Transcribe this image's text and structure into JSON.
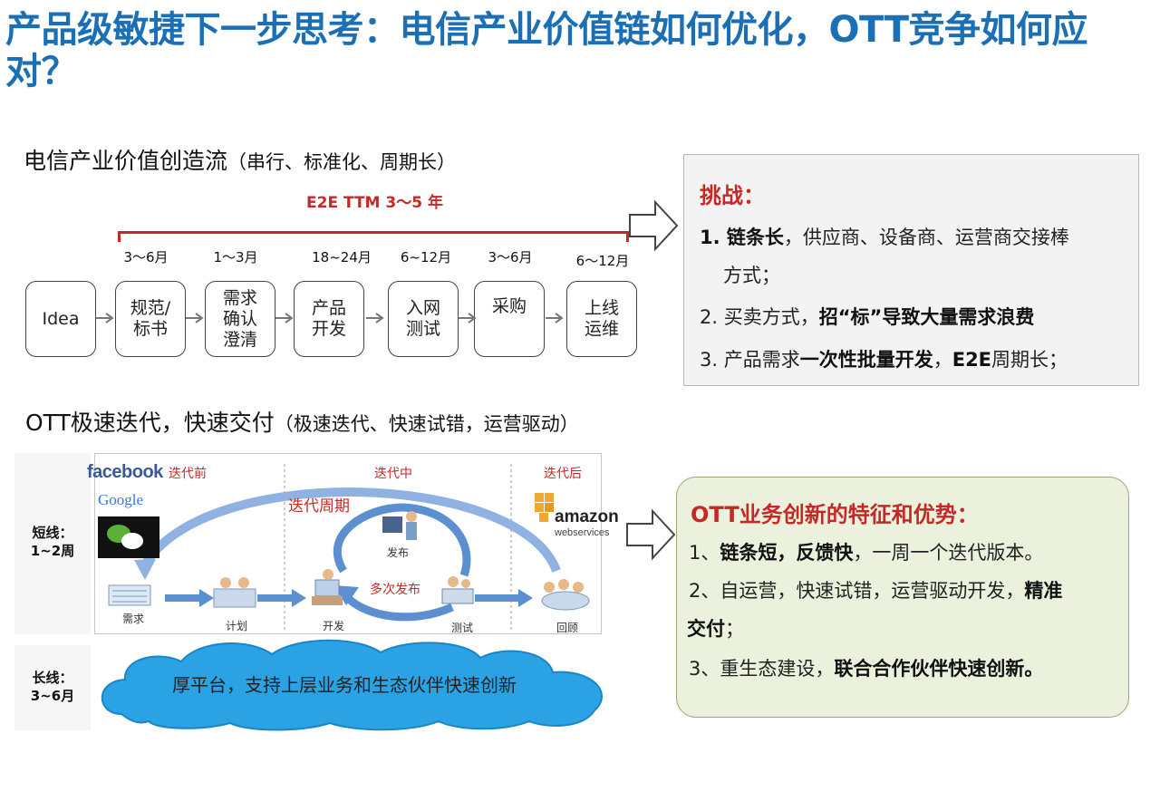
{
  "title": "产品级敏捷下一步思考：电信产业价值链如何优化，OTT竞争如何应对？",
  "telecom": {
    "heading_main": "电信产业价值创造流",
    "heading_paren": "（串行、标准化、周期长）",
    "ttm_label": "E2E TTM 3～5 年",
    "durations": [
      "3～6月",
      "1～3月",
      "18~24月",
      "6~12月",
      "3～6月",
      "6～12月"
    ],
    "steps": [
      {
        "line1": "Idea",
        "line2": "",
        "line3": ""
      },
      {
        "line1": "规范/",
        "line2": "标书",
        "line3": ""
      },
      {
        "line1": "需求",
        "line2": "确认",
        "line3": "澄清"
      },
      {
        "line1": "产品",
        "line2": "开发",
        "line3": ""
      },
      {
        "line1": "入网",
        "line2": "测试",
        "line3": ""
      },
      {
        "line1": "采购",
        "line2": "",
        "line3": ""
      },
      {
        "line1": "上线",
        "line2": "运维",
        "line3": ""
      }
    ]
  },
  "challenges": {
    "title": "挑战：",
    "item1_num": "1. ",
    "item1_bold": "链条长",
    "item1_rest": "，供应商、设备商、运营商交接棒",
    "item1_cont": "方式；",
    "item2_pre": "2. 买卖方式，",
    "item2_bold": "招“标”导致大量需求浪费",
    "item3_pre": "3. 产品需求",
    "item3_bold": "一次性批量开发",
    "item3_mid": "，",
    "item3_bold2": "E2E",
    "item3_post": "周期长；"
  },
  "ott": {
    "heading_main": "OTT极速迭代，快速交付",
    "heading_paren": "（极速迭代、快速试错，运营驱动）",
    "short_line": {
      "line1": "短线：",
      "line2": "1~2周"
    },
    "long_line": {
      "line1": "长线：",
      "line2": "3~6月"
    },
    "logos": {
      "facebook": "facebook",
      "google": "Google",
      "amazon1": "amazon",
      "amazon2": "webservices"
    },
    "phases": {
      "before": "迭代前",
      "during": "迭代中",
      "after": "迭代后"
    },
    "cycle_label": "迭代周期",
    "multi_release": "多次发布",
    "stage_labels": {
      "req": "需求",
      "plan": "计划",
      "dev": "开发",
      "release": "发布",
      "test": "测试",
      "review": "回顾"
    },
    "cloud_text": "厚平台，支持上层业务和生态伙伴快速创新"
  },
  "advantages": {
    "title": "OTT业务创新的特征和优势：",
    "item1_pre": "1、",
    "item1_bold": "链条短，反馈快",
    "item1_rest": "，一周一个迭代版本。",
    "item2_pre": "2、自运营，快速试错，运营驱动开发，",
    "item2_bold": "精准",
    "item2_cont_bold": "交付",
    "item2_cont": "；",
    "item3_pre": "3、重生态建设，",
    "item3_bold": "联合合作伙伴快速创新。"
  },
  "colors": {
    "title_blue": "#1b6fb5",
    "red": "#c62828",
    "cycle_blue": "#5b8fd0",
    "green_bg": "#ebf1dc",
    "cloud_blue": "#2a9ce0"
  }
}
